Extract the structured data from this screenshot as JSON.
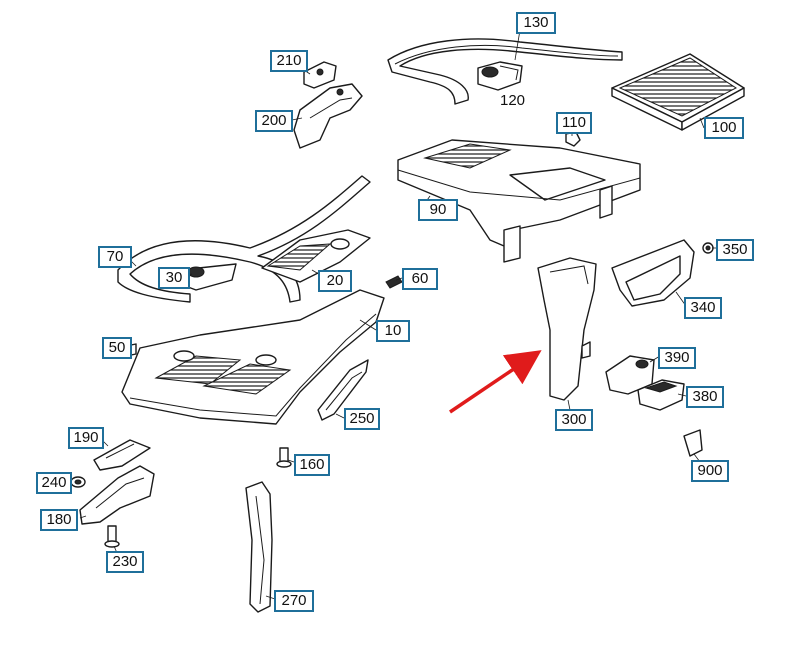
{
  "diagram": {
    "callouts": [
      "130",
      "120",
      "210",
      "200",
      "110",
      "100",
      "90",
      "70",
      "30",
      "20",
      "60",
      "350",
      "10",
      "340",
      "50",
      "390",
      "380",
      "300",
      "250",
      "190",
      "160",
      "240",
      "900",
      "180",
      "230",
      "270"
    ],
    "accent_color": "#1f6f9a",
    "arrow_color": "#e01b1b"
  }
}
